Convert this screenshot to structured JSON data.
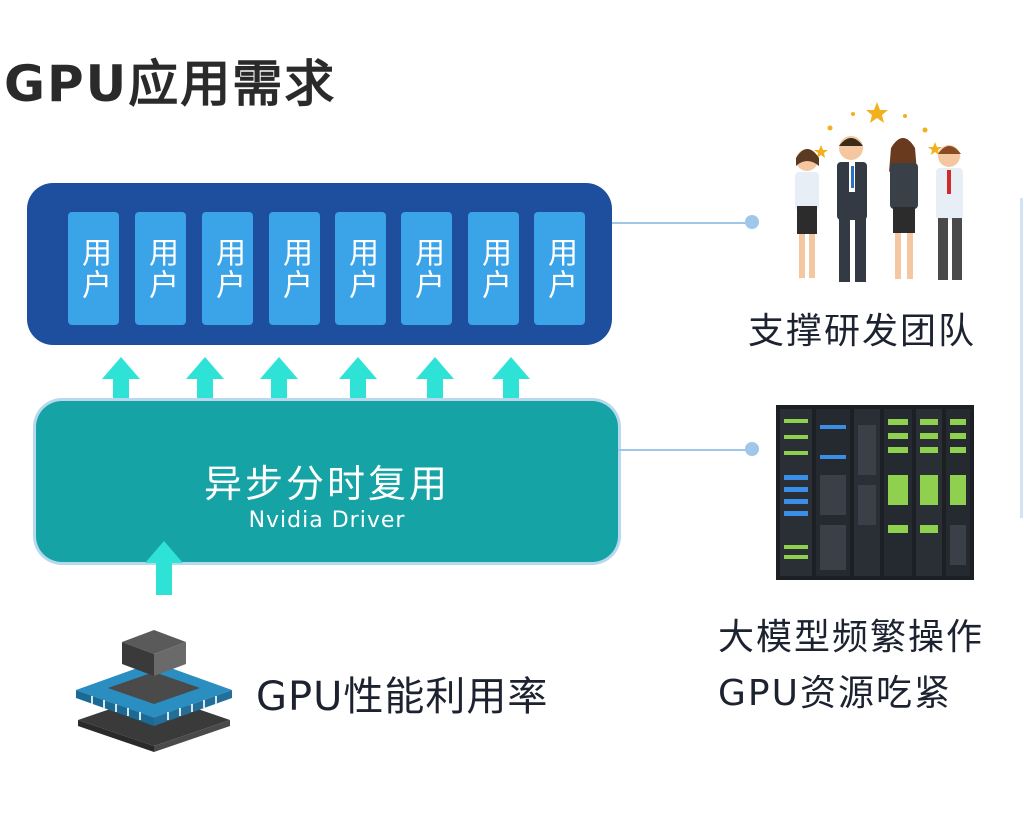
{
  "title": "GPU应用需求",
  "users": [
    "用户",
    "用户",
    "用户",
    "用户",
    "用户",
    "用户",
    "用户",
    "用户"
  ],
  "driver": {
    "title": "异步分时复用",
    "subtitle": "Nvidia Driver"
  },
  "gpu_label": "GPU性能利用率",
  "team_label": "支撑研发团队",
  "model_label": {
    "line1": "大模型频繁操作",
    "line2": "GPU资源吃紧"
  },
  "colors": {
    "users_panel": "#1e4f9e",
    "user_box": "#3ba3e8",
    "driver_panel": "#15a3a6",
    "arrow": "#2ee3d6",
    "connector": "#9ec7ea"
  }
}
